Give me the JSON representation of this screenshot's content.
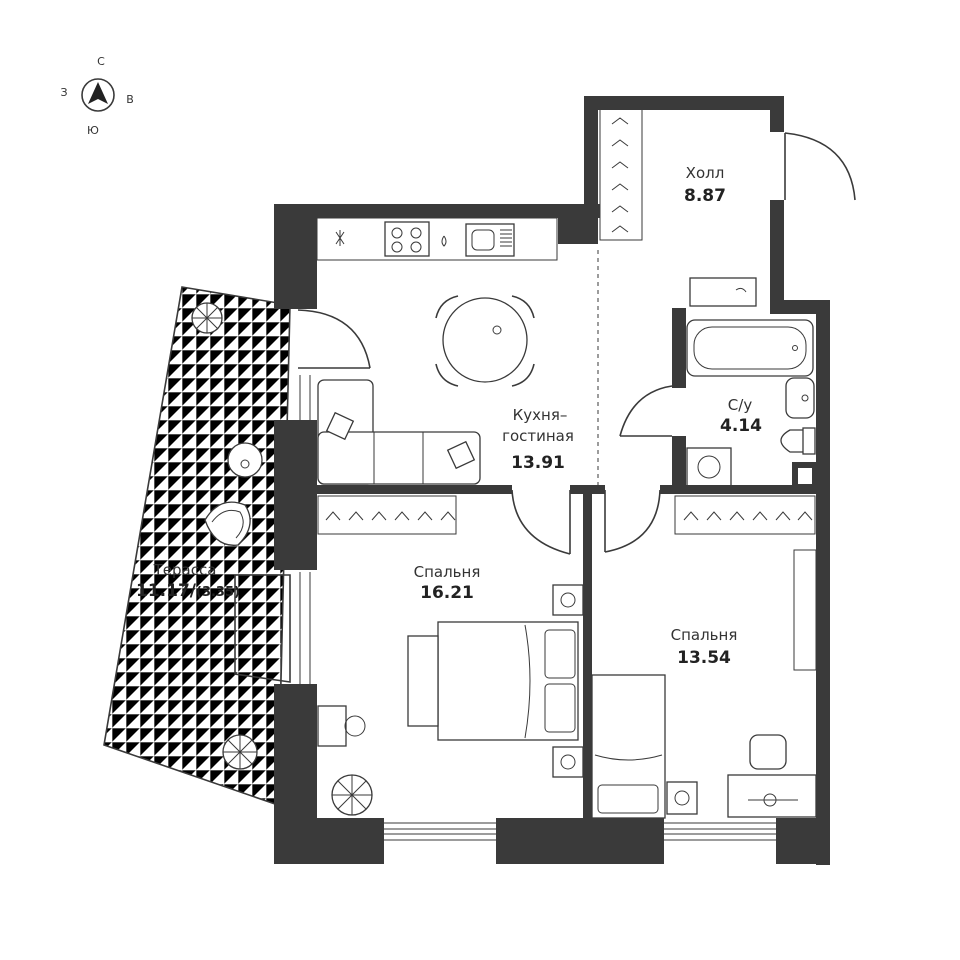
{
  "compass": {
    "north": "С",
    "west": "З",
    "east": "В",
    "south": "Ю"
  },
  "rooms": {
    "hall": {
      "name": "Холл",
      "area": "8.87"
    },
    "kitchen": {
      "name_line1": "Кухня–",
      "name_line2": "гостиная",
      "area": "13.91"
    },
    "bath": {
      "name": "С/у",
      "area": "4.14"
    },
    "terrace": {
      "name": "Терасса",
      "area": "11.17/",
      "area_reduced": "(3.35)"
    },
    "bedroom1": {
      "name": "Спальня",
      "area": "16.21"
    },
    "bedroom2": {
      "name": "Спальня",
      "area": "13.54"
    }
  },
  "colors": {
    "wall": "#3a3a3a",
    "grid": "#cfcfcf"
  }
}
